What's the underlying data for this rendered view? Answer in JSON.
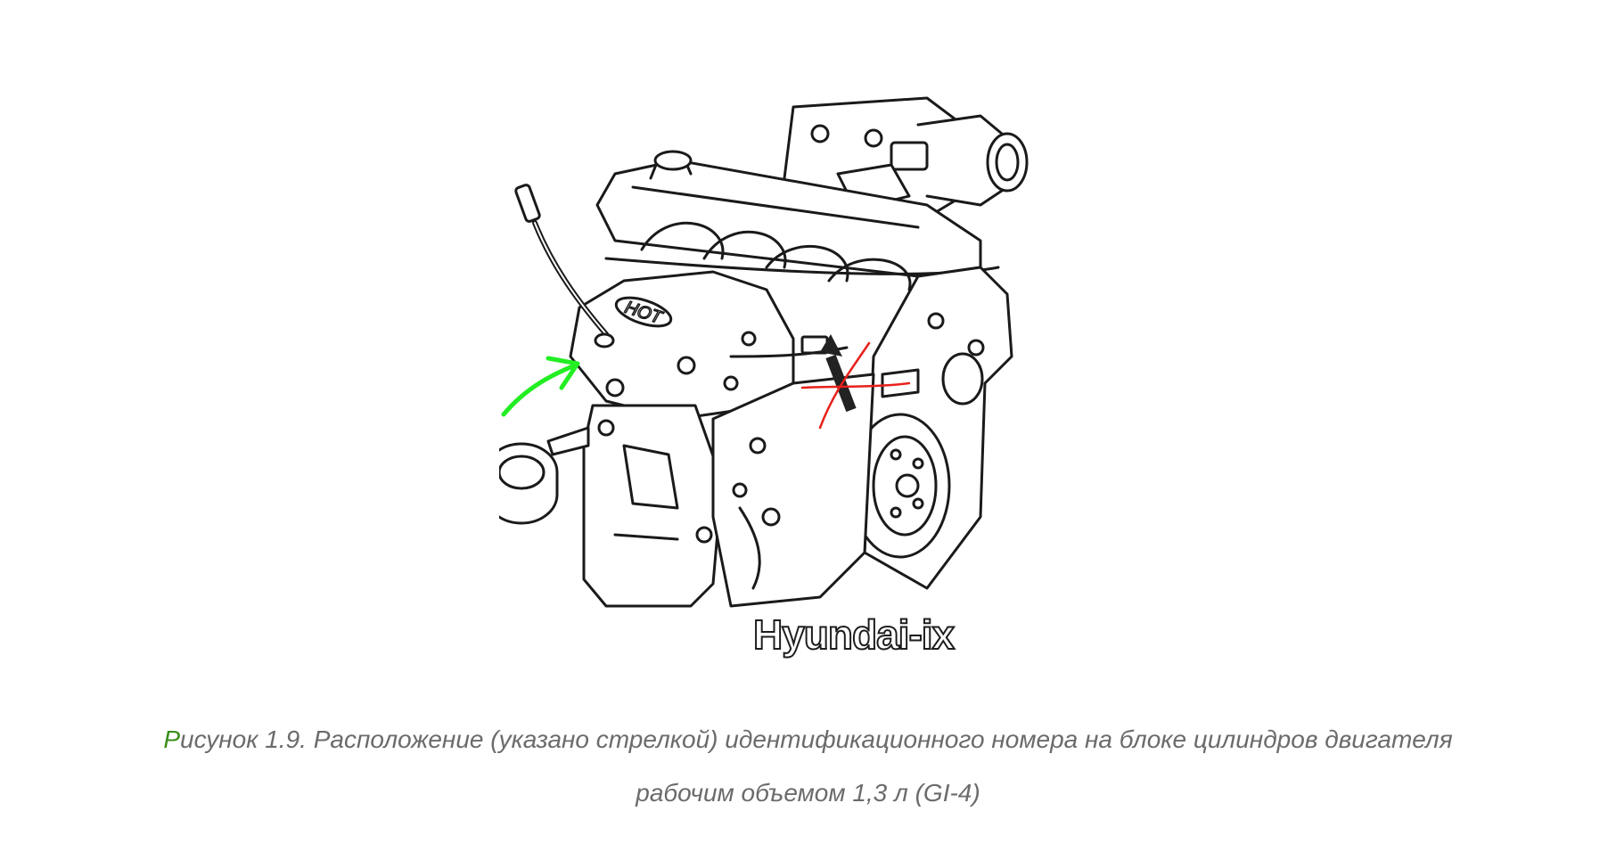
{
  "figure": {
    "caption_first_letter": "Р",
    "caption_line1_rest": "исунок 1.9. Расположение (указано стрелкой) идентификационного номера на блоке цилиндров двигателя",
    "caption_line2": "рабочим объемом 1,3 л (GI-4)",
    "illustration": {
      "label_hot": "HOT",
      "watermark": "Hyundai-ix"
    },
    "colors": {
      "caption_text": "#6b6b6b",
      "caption_first_letter": "#3a8f1a",
      "green_arrow": "#22ee22",
      "red_cross": "#e8201a",
      "black_arrow": "#222222"
    }
  }
}
